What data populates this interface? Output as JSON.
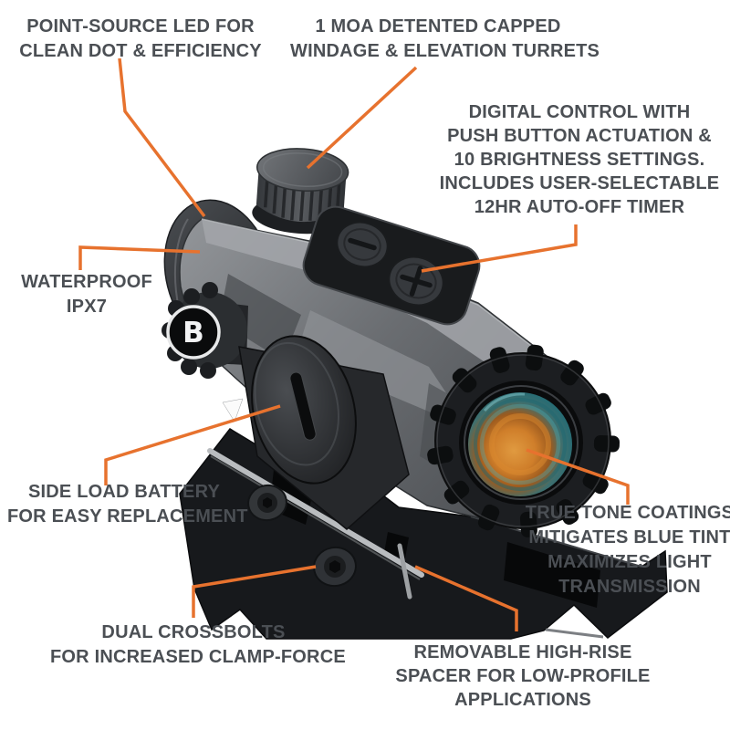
{
  "page": {
    "type": "product-feature-diagram",
    "product": "red dot sight",
    "background": "#ffffff"
  },
  "palette": {
    "label_text": "#4b4f54",
    "leader_orange": "#e7722e",
    "body_gray": "#6f7276",
    "mount_black": "#17191c",
    "lens_amber": "#cf7e2a",
    "lens_teal": "#2a7e88",
    "accent_silver": "#b9bcbf"
  },
  "icons": {
    "brand_logo": "B",
    "minus_button": "minus-icon",
    "plus_button": "plus-icon"
  },
  "product_marks": {
    "brand_letter": "B"
  },
  "callouts": [
    {
      "id": "point-source-led",
      "lines": [
        "POINT-SOURCE LED FOR",
        "CLEAN DOT & EFFICIENCY"
      ]
    },
    {
      "id": "turrets",
      "lines": [
        "1 MOA DETENTED CAPPED",
        "WINDAGE & ELEVATION TURRETS"
      ]
    },
    {
      "id": "digital-control",
      "lines": [
        "DIGITAL CONTROL WITH",
        "PUSH BUTTON ACTUATION &",
        "10 BRIGHTNESS SETTINGS.",
        "INCLUDES USER-SELECTABLE",
        "12HR AUTO-OFF TIMER"
      ]
    },
    {
      "id": "waterproof",
      "lines": [
        "WATERPROOF",
        "IPX7"
      ]
    },
    {
      "id": "side-load-battery",
      "lines": [
        "SIDE LOAD BATTERY",
        "FOR EASY REPLACEMENT"
      ]
    },
    {
      "id": "dual-crossbolts",
      "lines": [
        "DUAL CROSSBOLTS",
        "FOR INCREASED CLAMP-FORCE"
      ]
    },
    {
      "id": "true-tone",
      "lines": [
        "TRUE TONE COATINGS",
        "MITIGATES BLUE TINT",
        "MAXIMIZES LIGHT",
        "TRANSMISSION"
      ]
    },
    {
      "id": "removable-spacer",
      "lines": [
        "REMOVABLE HIGH-RISE",
        "SPACER FOR LOW-PROFILE",
        "APPLICATIONS"
      ]
    }
  ]
}
